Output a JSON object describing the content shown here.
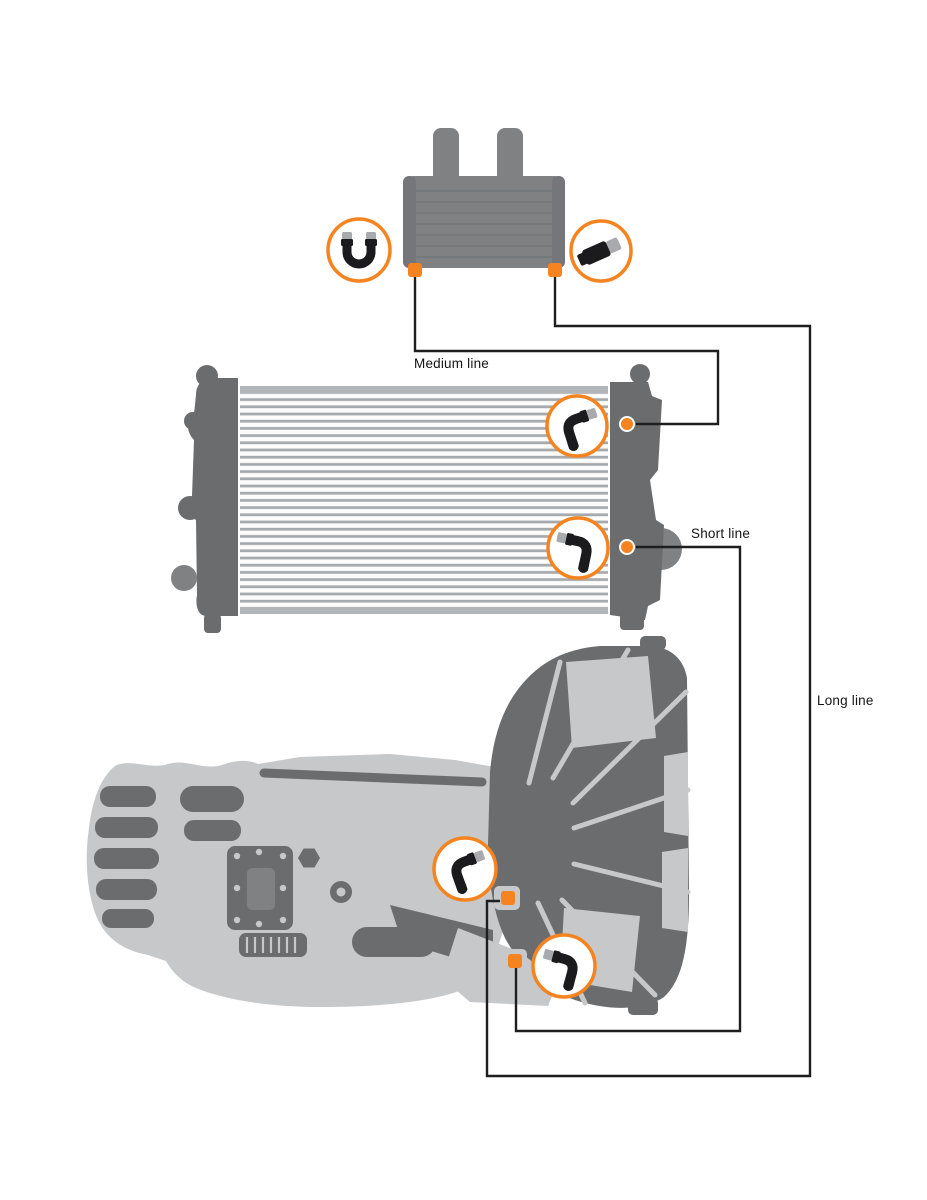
{
  "diagram": {
    "type": "transmission-cooler-line-installation-diagram",
    "lines": [
      {
        "id": "medium",
        "label": "Medium line",
        "from": "cooler-left-port",
        "to": "radiator-upper-port"
      },
      {
        "id": "short",
        "label": "Short line",
        "from": "radiator-lower-port",
        "to": "transmission-lower-port"
      },
      {
        "id": "long",
        "label": "Long line",
        "from": "cooler-right-port",
        "to": "transmission-upper-port"
      }
    ],
    "components": [
      {
        "id": "transmission-cooler",
        "icon": "transmission-cooler-icon",
        "ports": [
          "cooler-left-port",
          "cooler-right-port"
        ]
      },
      {
        "id": "radiator",
        "icon": "radiator-icon",
        "ports": [
          "radiator-upper-port",
          "radiator-lower-port"
        ]
      },
      {
        "id": "transmission",
        "icon": "transmission-icon",
        "ports": [
          "transmission-upper-port",
          "transmission-lower-port"
        ]
      }
    ],
    "callouts": [
      {
        "icon": "u-bend-hose-fitting-icon",
        "at": "cooler-left-port"
      },
      {
        "icon": "straight-hose-fitting-icon",
        "at": "cooler-right-port"
      },
      {
        "icon": "elbow-hose-fitting-icon",
        "at": "radiator-upper-port"
      },
      {
        "icon": "elbow-hose-fitting-icon",
        "at": "radiator-lower-port"
      },
      {
        "icon": "elbow-hose-fitting-icon",
        "at": "transmission-upper-port"
      },
      {
        "icon": "elbow-hose-fitting-icon",
        "at": "transmission-lower-port"
      }
    ],
    "colors": {
      "accent_orange": "#F5831F",
      "dark_gray": "#6A6C6E",
      "mid_gray": "#7F8183",
      "light_gray": "#C6C8CA",
      "fin_gray": "#A6AAAD",
      "line_black": "#1E1E1E",
      "fitting_black": "#1B1B1D",
      "fitting_silver": "#A8AAAD"
    }
  }
}
